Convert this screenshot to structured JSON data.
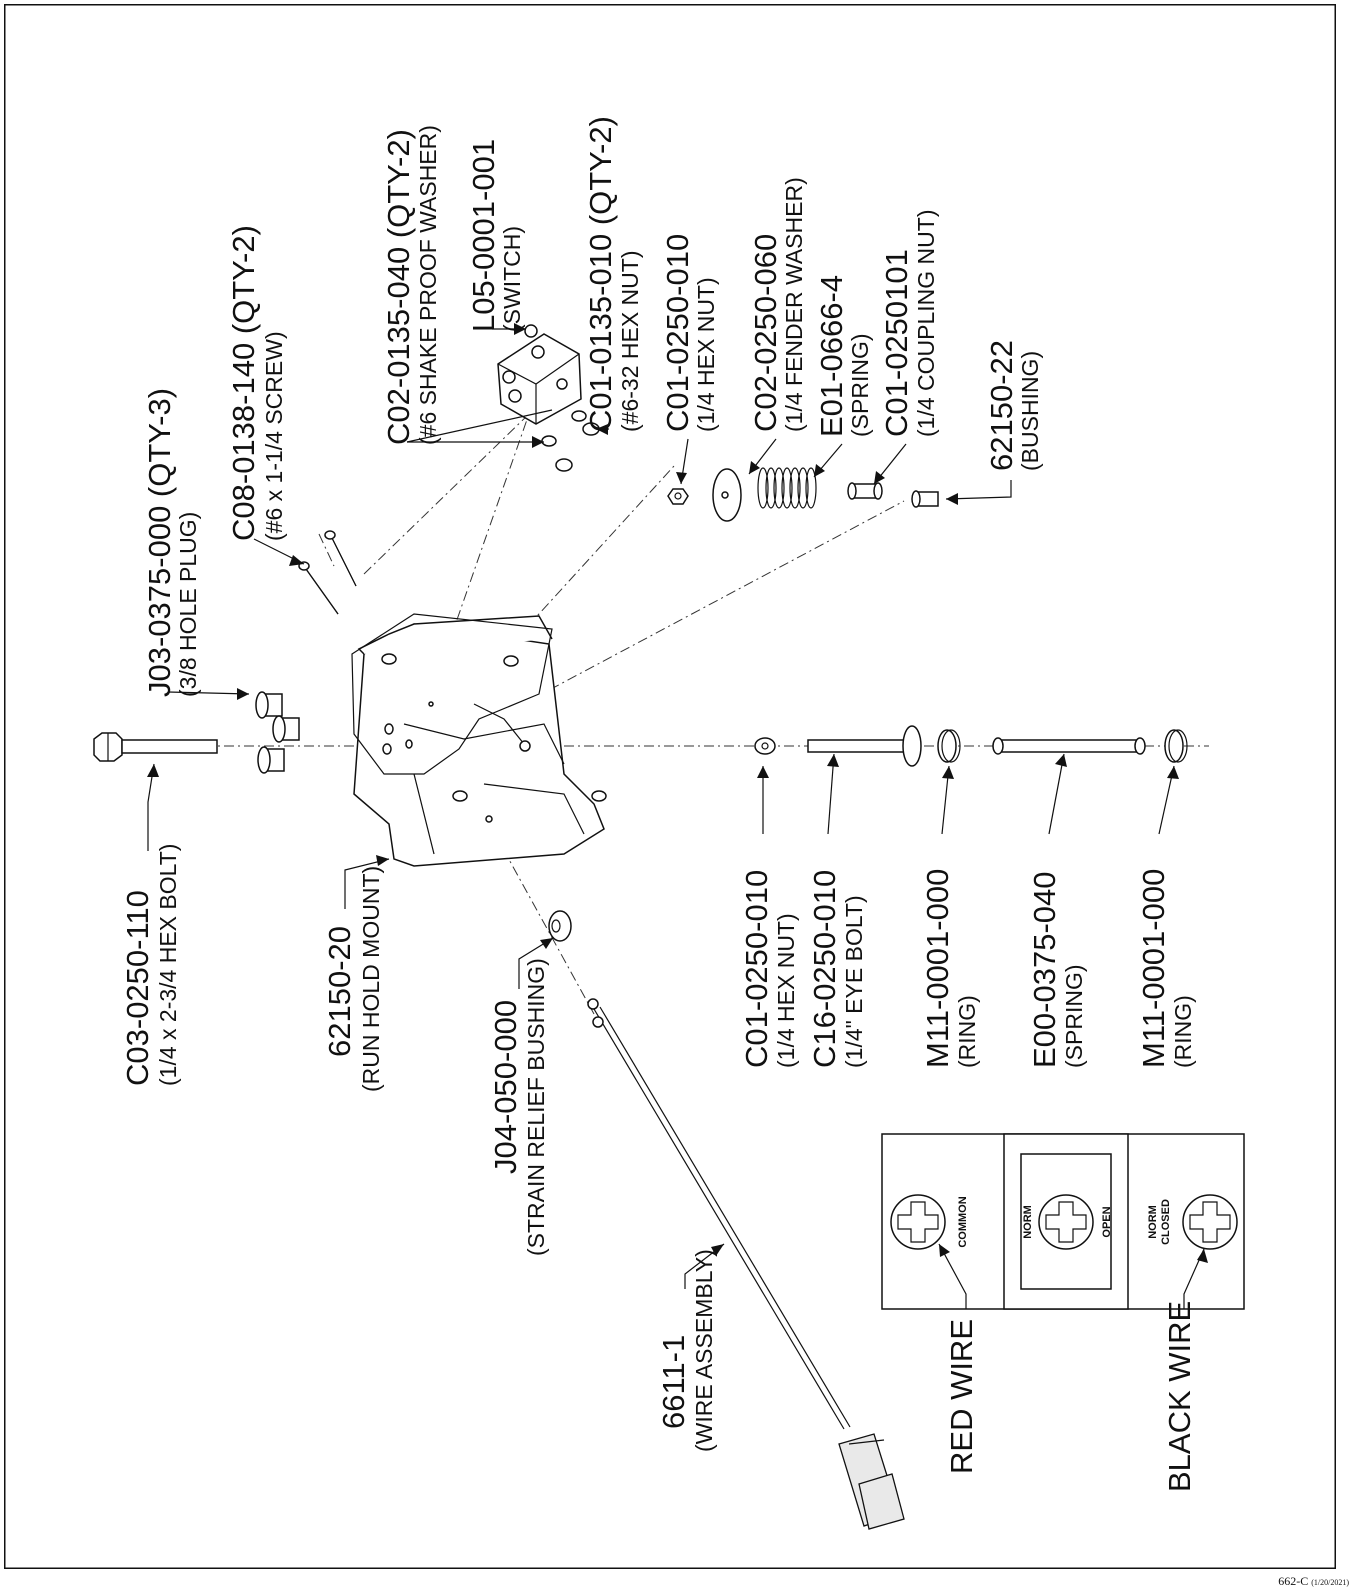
{
  "callouts": {
    "hex_bolt": {
      "part": "C03-0250-110",
      "desc": "(1/4 x 2-3/4 HEX BOLT)"
    },
    "run_hold_mount": {
      "part": "62150-20",
      "desc": "(RUN HOLD MOUNT)"
    },
    "strain_relief": {
      "part": "J04-050-000",
      "desc": "(STRAIN RELIEF BUSHING)"
    },
    "wire_assembly": {
      "part": "6611-1",
      "desc": "(WIRE ASSEMBLY)"
    },
    "hole_plug": {
      "part": "J03-0375-000 (QTY-3)",
      "desc": "(3/8 HOLE PLUG)"
    },
    "screw": {
      "part": "C08-0138-140 (QTY-2)",
      "desc": "(#6 x 1-1/4 SCREW)"
    },
    "shake_washer": {
      "part": "C02-0135-040 (QTY-2)",
      "desc": "(#6 SHAKE PROOF WASHER)"
    },
    "switch": {
      "part": "L05-0001-001",
      "desc": "(SWITCH)"
    },
    "hex_nut_6": {
      "part": "C01-0135-010 (QTY-2)",
      "desc": "(#6-32 HEX NUT)"
    },
    "hex_nut_top": {
      "part": "C01-0250-010",
      "desc": "(1/4 HEX NUT)"
    },
    "fender_washer": {
      "part": "C02-0250-060",
      "desc": "(1/4 FENDER WASHER)"
    },
    "spring_top": {
      "part": "E01-0666-4",
      "desc": "(SPRING)"
    },
    "coupling_nut": {
      "part": "C01-0250101",
      "desc": "(1/4 COUPLING NUT)"
    },
    "bushing": {
      "part": "62150-22",
      "desc": "(BUSHING)"
    },
    "hex_nut_bottom": {
      "part": "C01-0250-010",
      "desc": "(1/4 HEX NUT)"
    },
    "eye_bolt": {
      "part": "C16-0250-010",
      "desc": "(1/4\" EYE BOLT)"
    },
    "ring_1": {
      "part": "M11-0001-000",
      "desc": "(RING)"
    },
    "spring_bottom": {
      "part": "E00-0375-040",
      "desc": "(SPRING)"
    },
    "ring_2": {
      "part": "M11-0001-000",
      "desc": "(RING)"
    }
  },
  "switch_detail": {
    "common": "COMMON",
    "norm_open_1": "NORM",
    "norm_open_2": "OPEN",
    "norm_closed_1": "NORM",
    "norm_closed_2": "CLOSED",
    "red_wire": "RED WIRE",
    "black_wire": "BLACK WIRE"
  },
  "footer": {
    "code": "662-C",
    "date": "(1/20/2021)"
  }
}
